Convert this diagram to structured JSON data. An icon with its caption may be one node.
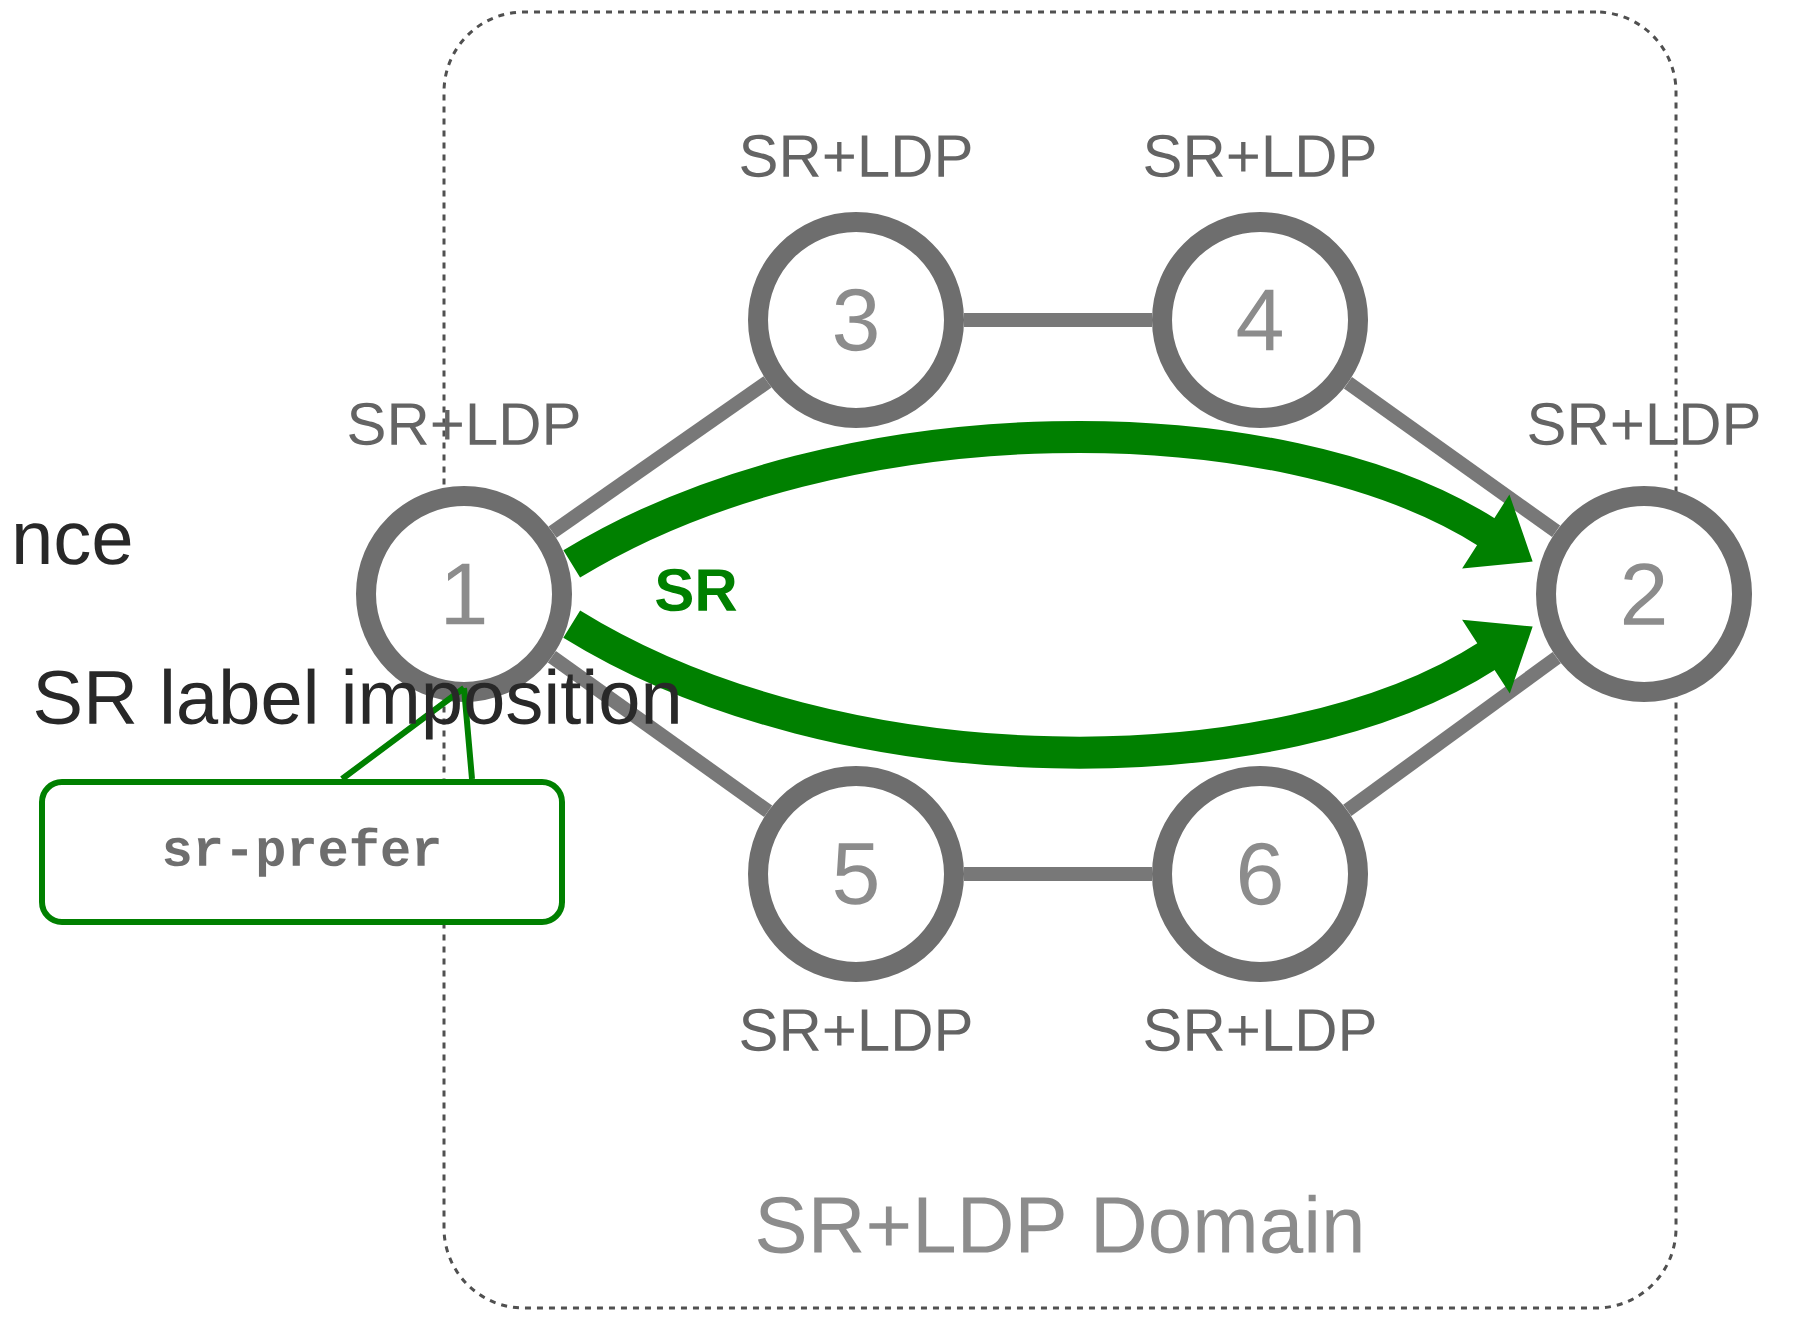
{
  "diagram": {
    "nodes": [
      {
        "text": [
          "SR+LDP Domain"
        ]
      },
      {
        "text": [
          "1"
        ],
        "beside": [
          "SR+LDP"
        ]
      },
      {
        "text": [
          "2"
        ],
        "beside": [
          "SR+LDP"
        ]
      },
      {
        "text": [
          "3"
        ],
        "beside": [
          "SR+LDP"
        ],
        "in": 0
      },
      {
        "text": [
          "4"
        ],
        "beside": [
          "SR+LDP"
        ],
        "in": 0
      },
      {
        "text": [
          "5"
        ],
        "beside": [
          "SR+LDP"
        ],
        "in": 0
      },
      {
        "text": [
          "6"
        ],
        "beside": [
          "SR+LDP"
        ],
        "in": 0
      },
      {
        "text": [
          "sr-prefer"
        ]
      }
    ],
    "edges": [
      {
        "from": 1,
        "to": 3,
        "arrow": "none"
      },
      {
        "from": 3,
        "to": 4,
        "arrow": "none"
      },
      {
        "from": 4,
        "to": 2,
        "arrow": "none"
      },
      {
        "from": 1,
        "to": 5,
        "arrow": "none"
      },
      {
        "from": 5,
        "to": 6,
        "arrow": "none"
      },
      {
        "from": 6,
        "to": 2,
        "arrow": "none"
      },
      {
        "from": 1,
        "to": 2,
        "arrow": "to",
        "style": "thick",
        "color": "#008000",
        "label": "SR"
      },
      {
        "from": 1,
        "to": 2,
        "arrow": "to",
        "style": "thick",
        "color": "#008000"
      },
      {
        "from": 7,
        "to": 1,
        "arrow": "none",
        "color": "#008000"
      }
    ],
    "labels": [
      "nce",
      "SR label imposition"
    ]
  }
}
